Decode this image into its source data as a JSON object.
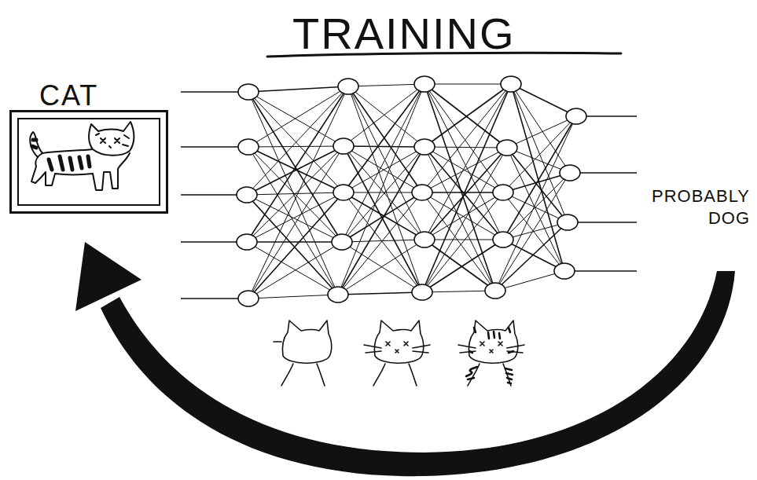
{
  "diagram": {
    "title": "TRAINING",
    "nodes": [
      {
        "text": [
          "CAT"
        ]
      }
    ],
    "labels": [
      "PROBABLY DOG"
    ]
  }
}
